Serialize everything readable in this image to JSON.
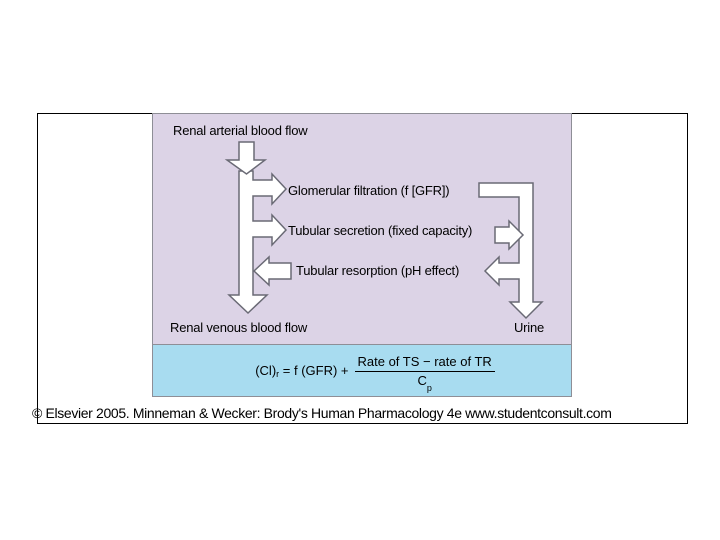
{
  "figure": {
    "diagram": {
      "bg_color": "#dcd3e6",
      "border_color": "#8e8e96",
      "arrow_fill": "#ffffff",
      "arrow_outline": "#6a6a75",
      "labels": {
        "renal_arterial": "Renal arterial blood flow",
        "glomerular": "Glomerular filtration (f [GFR])",
        "secretion": "Tubular secretion (fixed capacity)",
        "resorption": "Tubular resorption (pH effect)",
        "renal_venous": "Renal venous blood flow",
        "urine": "Urine"
      }
    },
    "formula": {
      "bg_color": "#a8dcf0",
      "lhs": "(Cl)",
      "lhs_sub": "r",
      "mid": " = f (GFR) +",
      "numerator": "Rate of TS − rate of TR",
      "denominator_base": "C",
      "denominator_sub": "p"
    },
    "credit": "© Elsevier 2005.  Minneman & Wecker: Brody's Human Pharmacology 4e www.studentconsult.com"
  }
}
